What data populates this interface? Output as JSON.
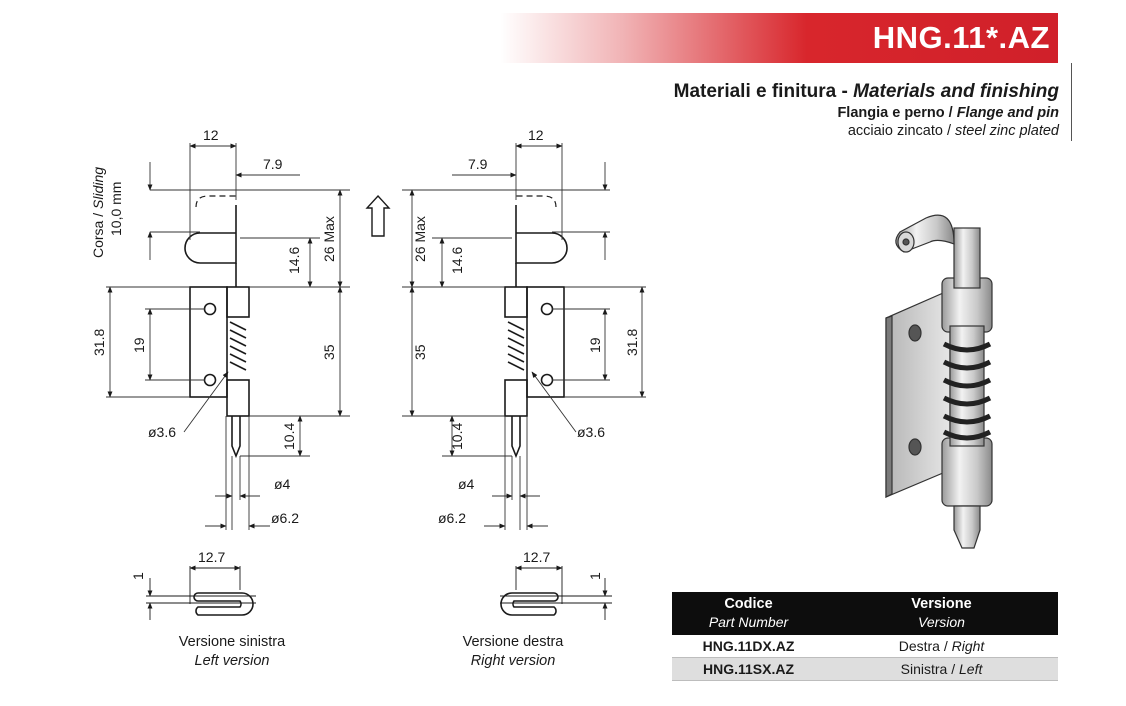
{
  "header": {
    "title": "HNG.11*.AZ",
    "accent_color": "#d8262c"
  },
  "materials": {
    "heading_it": "Materiali e finitura -",
    "heading_en": "Materials and finishing",
    "line1_it": "Flangia e perno /",
    "line1_en": "Flange and pin",
    "line2_it": "acciaio zincato /",
    "line2_en": "steel zinc plated"
  },
  "left_view": {
    "stroke_label_it": "Corsa /",
    "stroke_label_en": "Sliding",
    "stroke_value": "10,0 mm",
    "dim_width_top": "12",
    "dim_offset": "7.9",
    "dim_pin_height": "14.6",
    "dim_max": "26 Max",
    "dim_height": "31.8",
    "dim_holes": "19",
    "dim_total": "35",
    "dim_hole_dia": "ø3.6",
    "dim_tip_len": "10.4",
    "dim_tip_dia": "ø4",
    "dim_pin_dia": "ø6.2",
    "dim_side_w": "12.7",
    "dim_thickness": "1",
    "caption_it": "Versione sinistra",
    "caption_en": "Left version"
  },
  "right_view": {
    "dim_width_top": "12",
    "dim_offset": "7.9",
    "dim_pin_height": "14.6",
    "dim_max": "26 Max",
    "dim_height": "31.8",
    "dim_holes": "19",
    "dim_total": "35",
    "dim_hole_dia": "ø3.6",
    "dim_tip_len": "10.4",
    "dim_tip_dia": "ø4",
    "dim_pin_dia": "ø6.2",
    "dim_side_w": "12.7",
    "dim_thickness": "1",
    "caption_it": "Versione destra",
    "caption_en": "Right version"
  },
  "table": {
    "col1_title": "Codice",
    "col1_sub": "Part Number",
    "col2_title": "Versione",
    "col2_sub": "Version",
    "rows": [
      {
        "code": "HNG.11DX.AZ",
        "version_it": "Destra /",
        "version_en": "Right"
      },
      {
        "code": "HNG.11SX.AZ",
        "version_it": "Sinistra /",
        "version_en": "Left"
      }
    ]
  }
}
